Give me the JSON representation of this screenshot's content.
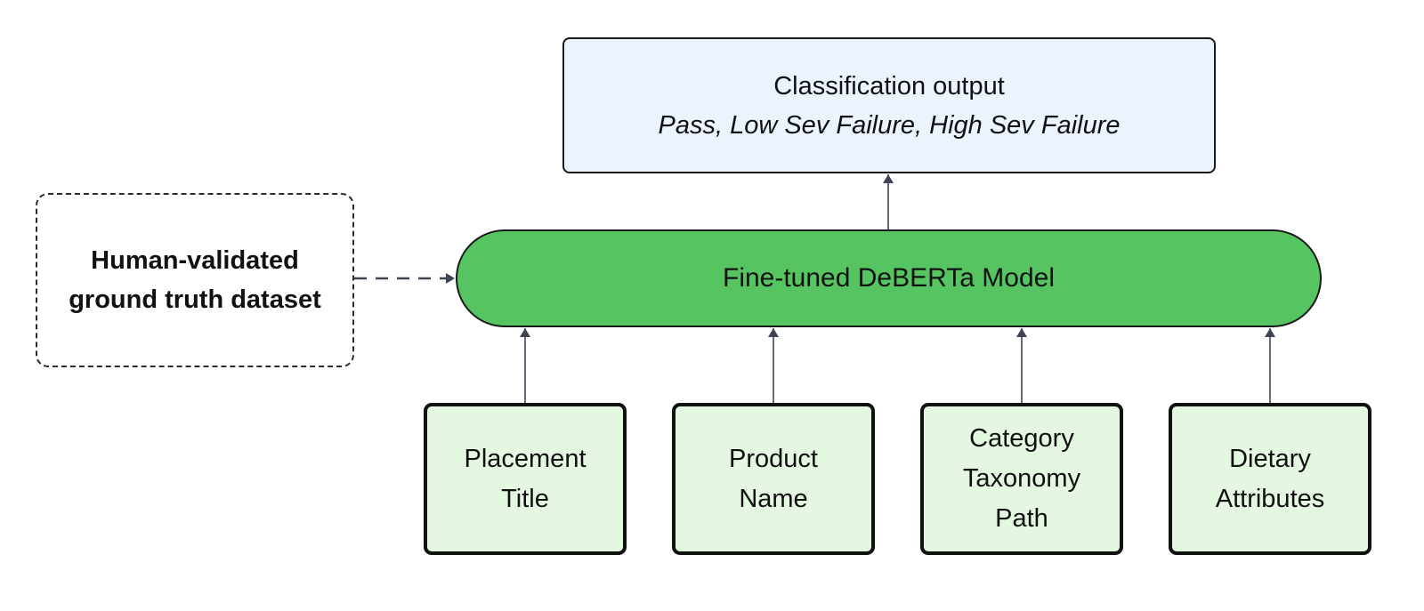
{
  "diagram": {
    "output": {
      "title": "Classification output",
      "subtitle": "Pass, Low Sev Failure, High Sev Failure"
    },
    "model": {
      "label": "Fine-tuned DeBERTa Model"
    },
    "dataset": {
      "lines": [
        "Human-validated",
        "ground truth dataset"
      ]
    },
    "inputs": [
      {
        "lines": [
          "Placement",
          "Title"
        ]
      },
      {
        "lines": [
          "Product",
          "Name"
        ]
      },
      {
        "lines": [
          "Category",
          "Taxonomy",
          "Path"
        ]
      },
      {
        "lines": [
          "Dietary",
          "Attributes"
        ]
      }
    ]
  },
  "colors": {
    "output_fill": "#ebf3fc",
    "model_fill": "#55c461",
    "input_fill": "#e3f7e1",
    "connector": "#3d4555"
  }
}
